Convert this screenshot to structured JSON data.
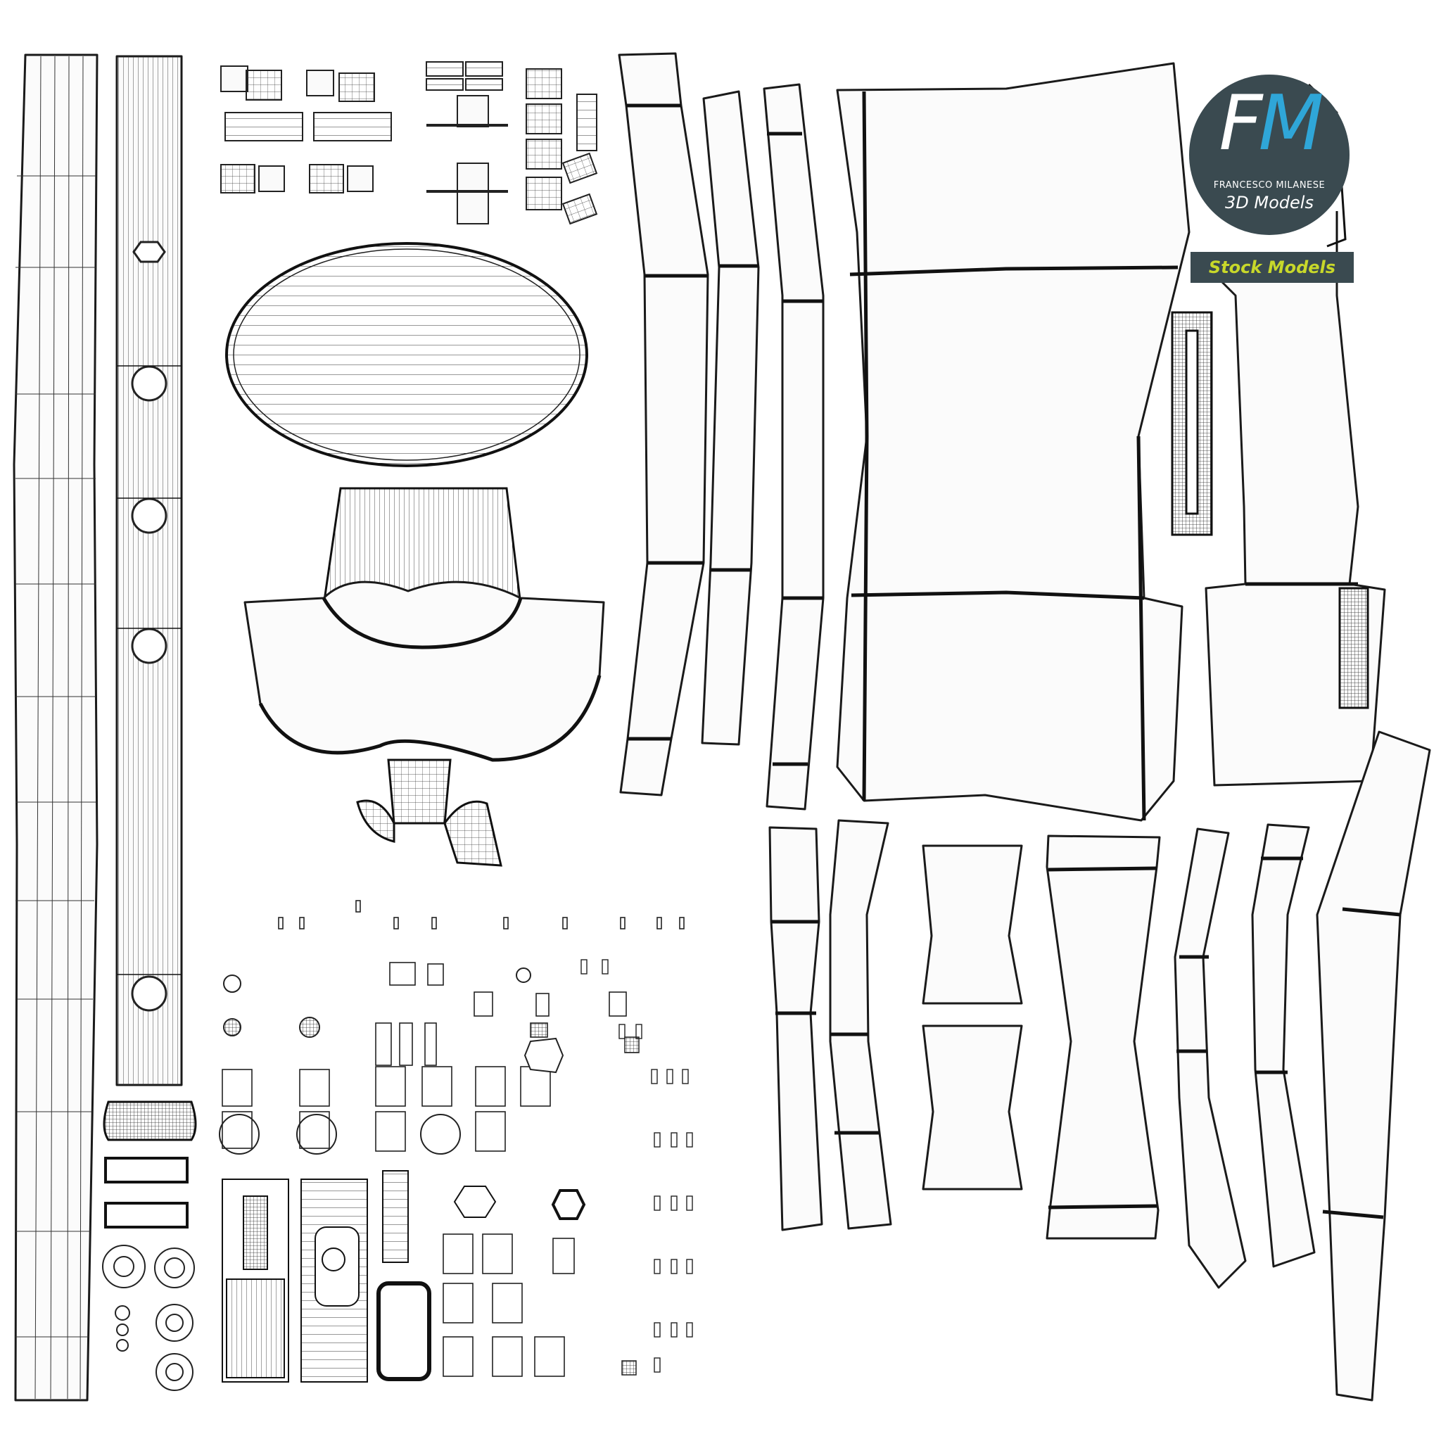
{
  "logo": {
    "initial_f": "F",
    "initial_m": "M",
    "brand": "FRANCESCO MILANESE",
    "subtitle": "3D Models",
    "badge": "Stock Models",
    "circle_color": "#3a4a50",
    "f_color": "#ffffff",
    "m_color": "#2fa6d8",
    "badge_text_color": "#c8d82a"
  },
  "colors": {
    "background": "#ffffff",
    "wire": "#1a1a1a",
    "fill": "#fbfbfb"
  }
}
